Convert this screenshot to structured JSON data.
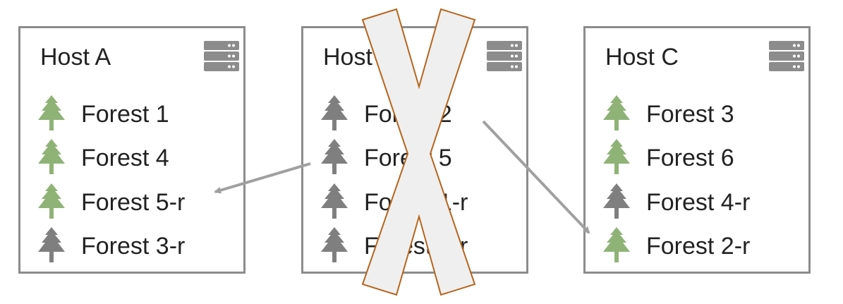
{
  "colors": {
    "border": "#8c8c8c",
    "primary_tree": "#8fb377",
    "replica_tree": "#7f7f7f",
    "server": "#8c8c8c",
    "arrow": "#a0a0a0",
    "x_fill": "#efefef",
    "x_stroke": "#b5651d"
  },
  "icons": {
    "host": "server-icon",
    "forest": "pine-tree-icon",
    "failure": "x-mark-icon"
  },
  "hosts": [
    {
      "name": "Host A",
      "failed": false,
      "forests": [
        {
          "label": "Forest 1",
          "state": "primary"
        },
        {
          "label": "Forest 4",
          "state": "primary"
        },
        {
          "label": "Forest 5-r",
          "state": "primary"
        },
        {
          "label": "Forest 3-r",
          "state": "replica"
        }
      ]
    },
    {
      "name": "Host B",
      "failed": true,
      "forests": [
        {
          "label": "Forest 2",
          "state": "replica"
        },
        {
          "label": "Forest 5",
          "state": "replica"
        },
        {
          "label": "Forest 1-r",
          "state": "replica"
        },
        {
          "label": "Forest 6-r",
          "state": "replica"
        }
      ]
    },
    {
      "name": "Host C",
      "failed": false,
      "forests": [
        {
          "label": "Forest 3",
          "state": "primary"
        },
        {
          "label": "Forest 6",
          "state": "primary"
        },
        {
          "label": "Forest 4-r",
          "state": "replica"
        },
        {
          "label": "Forest 2-r",
          "state": "primary"
        }
      ]
    }
  ]
}
